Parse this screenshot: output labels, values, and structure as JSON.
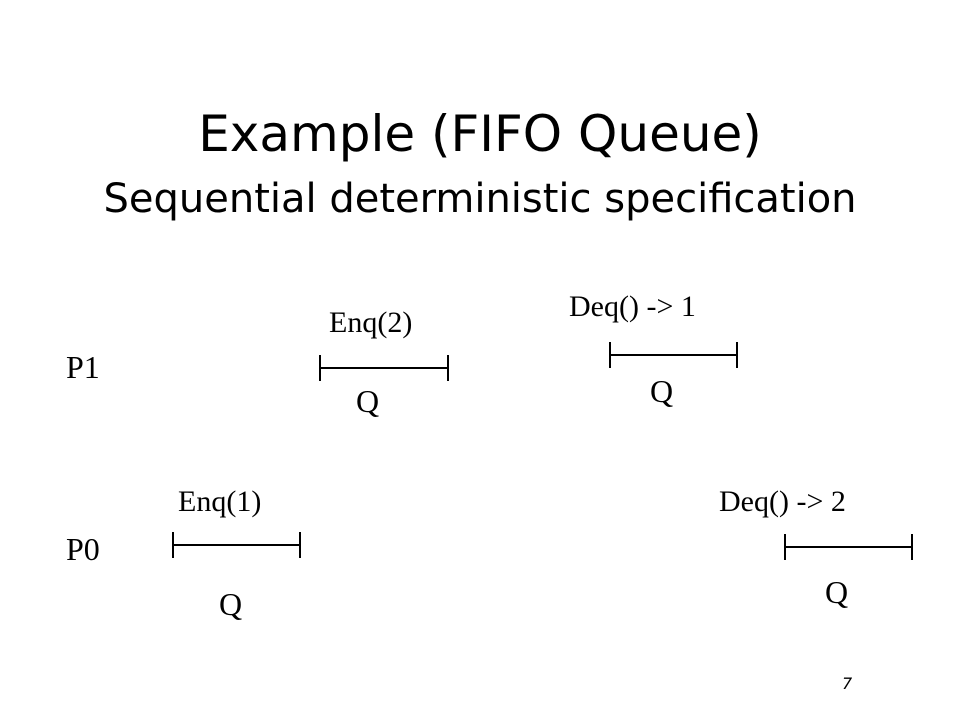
{
  "slide": {
    "title": "Example (FIFO Queue)",
    "subtitle": "Sequential deterministic specification",
    "page_number": "7"
  },
  "processes": [
    {
      "name": "P1"
    },
    {
      "name": "P0"
    }
  ],
  "operations": [
    {
      "process": "P1",
      "label": "Enq(2)",
      "object": "Q"
    },
    {
      "process": "P1",
      "label": "Deq() -> 1",
      "object": "Q"
    },
    {
      "process": "P0",
      "label": "Enq(1)",
      "object": "Q"
    },
    {
      "process": "P0",
      "label": "Deq() -> 2",
      "object": "Q"
    }
  ],
  "colors": {
    "background": "#ffffff",
    "text": "#000000",
    "line": "#000000"
  }
}
